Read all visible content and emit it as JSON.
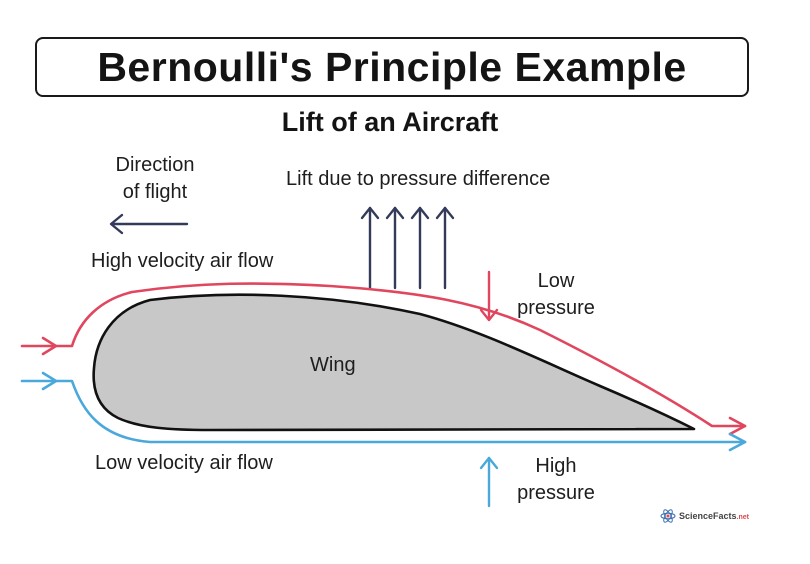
{
  "title": "Bernoulli's Principle Example",
  "subtitle": "Lift of an Aircraft",
  "labels": {
    "direction_line1": "Direction",
    "direction_line2": "of flight",
    "lift": "Lift due to pressure difference",
    "high_velocity": "High velocity air flow",
    "low_pressure_line1": "Low",
    "low_pressure_line2": "pressure",
    "wing": "Wing",
    "low_velocity": "Low velocity air flow",
    "high_pressure_line1": "High",
    "high_pressure_line2": "pressure"
  },
  "logo": {
    "name": "ScienceFacts",
    "suffix": ".net"
  },
  "colors": {
    "upper_flow": "#e0475e",
    "lower_flow": "#4aa8da",
    "lift_arrows": "#343b5a",
    "wing_fill": "#c8c8c8",
    "wing_stroke": "#111111"
  }
}
